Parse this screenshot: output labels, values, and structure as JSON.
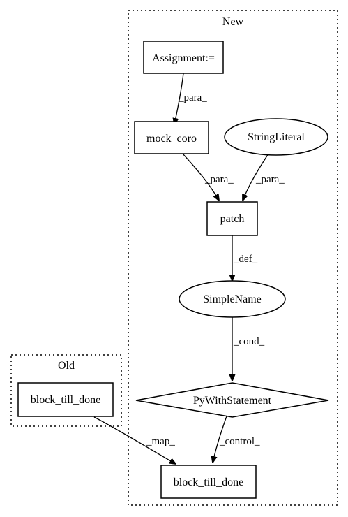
{
  "clusters": {
    "new": {
      "label": "New"
    },
    "old": {
      "label": "Old"
    }
  },
  "nodes": {
    "assignment": {
      "label": "Assignment:=",
      "shape": "box"
    },
    "mock_coro": {
      "label": "mock_coro",
      "shape": "box"
    },
    "string_literal": {
      "label": "StringLiteral",
      "shape": "ellipse"
    },
    "patch": {
      "label": "patch",
      "shape": "box"
    },
    "simple_name": {
      "label": "SimpleName",
      "shape": "ellipse"
    },
    "py_with": {
      "label": "PyWithStatement",
      "shape": "diamond"
    },
    "block_new": {
      "label": "block_till_done",
      "shape": "box"
    },
    "block_old": {
      "label": "block_till_done",
      "shape": "box"
    }
  },
  "edges": [
    {
      "from": "assignment",
      "to": "mock_coro",
      "label": "_para_"
    },
    {
      "from": "mock_coro",
      "to": "patch",
      "label": "_para_"
    },
    {
      "from": "string_literal",
      "to": "patch",
      "label": "_para_"
    },
    {
      "from": "patch",
      "to": "simple_name",
      "label": "_def_"
    },
    {
      "from": "simple_name",
      "to": "py_with",
      "label": "_cond_"
    },
    {
      "from": "py_with",
      "to": "block_new",
      "label": "_control_"
    },
    {
      "from": "block_old",
      "to": "block_new",
      "label": "_map_"
    }
  ]
}
